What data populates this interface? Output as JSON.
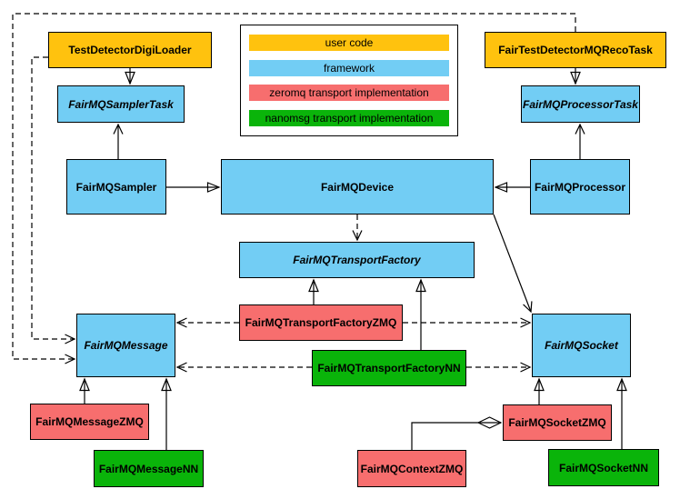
{
  "legend": {
    "items": [
      {
        "label": "user code",
        "color": "#FFC20E"
      },
      {
        "label": "framework",
        "color": "#72CDF4"
      },
      {
        "label": "zeromq transport implementation",
        "color": "#F76E6E"
      },
      {
        "label": "nanomsg transport implementation",
        "color": "#0AB40A"
      }
    ]
  },
  "nodes": {
    "testDetectorDigiLoader": {
      "label": "TestDetectorDigiLoader",
      "category": "user code",
      "abstract": false
    },
    "fairTestDetectorMQRecoTask": {
      "label": "FairTestDetectorMQRecoTask",
      "category": "user code",
      "abstract": false
    },
    "fairMQSamplerTask": {
      "label": "FairMQSamplerTask",
      "category": "framework",
      "abstract": true
    },
    "fairMQProcessorTask": {
      "label": "FairMQProcessorTask",
      "category": "framework",
      "abstract": true
    },
    "fairMQSampler": {
      "label": "FairMQSampler",
      "category": "framework",
      "abstract": false
    },
    "fairMQDevice": {
      "label": "FairMQDevice",
      "category": "framework",
      "abstract": false
    },
    "fairMQProcessor": {
      "label": "FairMQProcessor",
      "category": "framework",
      "abstract": false
    },
    "fairMQTransportFactory": {
      "label": "FairMQTransportFactory",
      "category": "framework",
      "abstract": true
    },
    "fairMQTransportFactoryZMQ": {
      "label": "FairMQTransportFactoryZMQ",
      "category": "zeromq transport implementation",
      "abstract": false
    },
    "fairMQTransportFactoryNN": {
      "label": "FairMQTransportFactoryNN",
      "category": "nanomsg transport implementation",
      "abstract": false
    },
    "fairMQMessage": {
      "label": "FairMQMessage",
      "category": "framework",
      "abstract": true
    },
    "fairMQSocket": {
      "label": "FairMQSocket",
      "category": "framework",
      "abstract": true
    },
    "fairMQMessageZMQ": {
      "label": "FairMQMessageZMQ",
      "category": "zeromq transport implementation",
      "abstract": false
    },
    "fairMQMessageNN": {
      "label": "FairMQMessageNN",
      "category": "nanomsg transport implementation",
      "abstract": false
    },
    "fairMQContextZMQ": {
      "label": "FairMQContextZMQ",
      "category": "zeromq transport implementation",
      "abstract": false
    },
    "fairMQSocketZMQ": {
      "label": "FairMQSocketZMQ",
      "category": "zeromq transport implementation",
      "abstract": false
    },
    "fairMQSocketNN": {
      "label": "FairMQSocketNN",
      "category": "nanomsg transport implementation",
      "abstract": false
    }
  },
  "colors": {
    "user_code": "#FFC20E",
    "framework": "#72CDF4",
    "zeromq": "#F76E6E",
    "nanomsg": "#0AB40A",
    "line": "#000000",
    "background": "#FFFFFF"
  }
}
